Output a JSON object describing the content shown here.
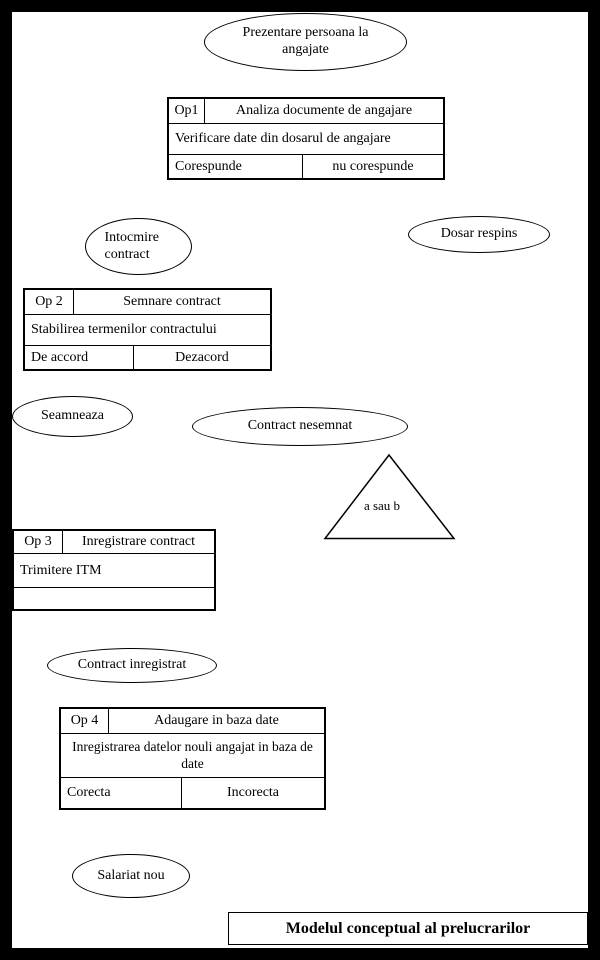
{
  "page": {
    "background_color": "#ffffff",
    "frame_color": "#000000",
    "ink_color": "#000000",
    "shape_fill": "#ffffff"
  },
  "title_box": {
    "label": "Modelul conceptual al prelucrarilor"
  },
  "events": {
    "prezentare": {
      "label": "Prezentare persoana la angajate"
    },
    "intocmire": {
      "label": "Intocmire contract"
    },
    "dosar": {
      "label": "Dosar respins"
    },
    "seamneaza": {
      "label": "Seamneaza"
    },
    "nesemnat": {
      "label": "Contract nesemnat"
    },
    "inregistrat": {
      "label": "Contract inregistrat"
    },
    "salariat": {
      "label": "Salariat nou"
    }
  },
  "connector": {
    "label": "a sau b"
  },
  "operations": [
    {
      "op": "Op1",
      "title": "Analiza documente de angajare",
      "body": "Verificare date din dosarul de angajare",
      "outcome_left": "Corespunde",
      "outcome_right": "nu corespunde"
    },
    {
      "op": "Op 2",
      "title": "Semnare contract",
      "body": "Stabilirea termenilor contractului",
      "outcome_left": "De accord",
      "outcome_right": "Dezacord"
    },
    {
      "op": "Op 3",
      "title": "Inregistrare contract",
      "body": "Trimitere ITM",
      "outcome_left": ""
    },
    {
      "op": "Op 4",
      "title": "Adaugare in baza date",
      "body": "Inregistrarea datelor nouli angajat in baza de date",
      "outcome_left": "Corecta",
      "outcome_right": "Incorecta"
    }
  ]
}
